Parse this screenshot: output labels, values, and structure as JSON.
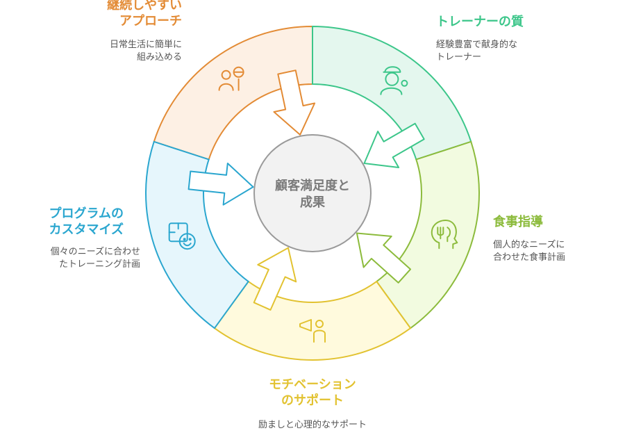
{
  "center": {
    "line1": "顧客満足度と",
    "line2": "成果"
  },
  "segments": [
    {
      "id": "continuity",
      "title_lines": [
        "継続しやすい",
        "アプローチ"
      ],
      "desc_lines": [
        "日常生活に簡単に",
        "組み込める"
      ],
      "color": "#e38b35",
      "fill": "#fdf0e4",
      "icon": "people-icon"
    },
    {
      "id": "trainer",
      "title_lines": [
        "トレーナーの質"
      ],
      "desc_lines": [
        "経験豊富で献身的な",
        "トレーナー"
      ],
      "color": "#3cc68a",
      "fill": "#e4f7ee",
      "icon": "trainer-whistle-icon"
    },
    {
      "id": "diet",
      "title_lines": [
        "食事指導"
      ],
      "desc_lines": [
        "個人的なニーズに",
        "合わせた食事計画"
      ],
      "color": "#8cbb3c",
      "fill": "#f2fbe0",
      "icon": "head-fork-knife-icon"
    },
    {
      "id": "motivation",
      "title_lines": [
        "モチベーション",
        "のサポート"
      ],
      "desc_lines": [
        "励ましと心理的なサポート"
      ],
      "color": "#e2c230",
      "fill": "#fffadd",
      "icon": "megaphone-person-icon"
    },
    {
      "id": "program",
      "title_lines": [
        "プログラムの",
        "カスタマイズ"
      ],
      "desc_lines": [
        "個々のニーズに合わせ",
        "たトレーニング計画"
      ],
      "color": "#2aa6cf",
      "fill": "#e6f6fc",
      "icon": "puzzle-face-icon"
    }
  ]
}
